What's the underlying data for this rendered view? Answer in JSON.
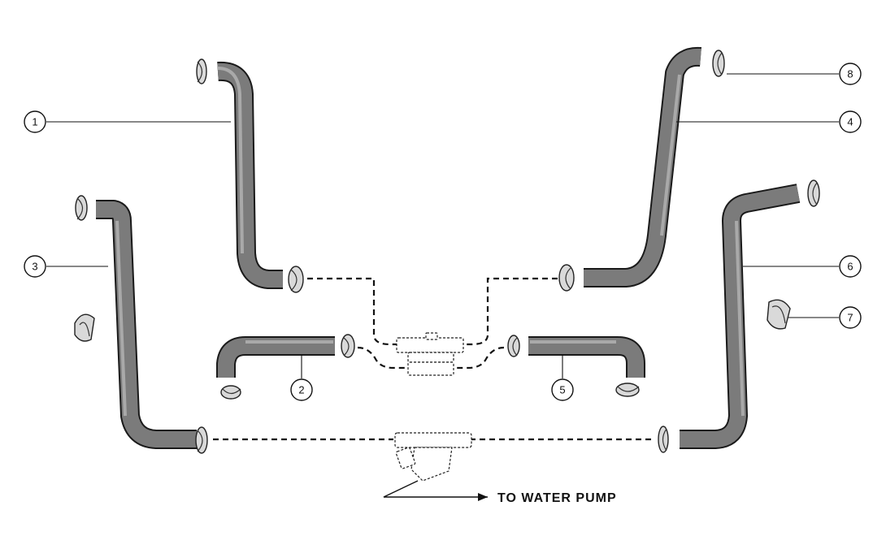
{
  "callouts": [
    "1",
    "2",
    "3",
    "4",
    "5",
    "6",
    "7",
    "8"
  ],
  "flow_label": "TO WATER PUMP"
}
